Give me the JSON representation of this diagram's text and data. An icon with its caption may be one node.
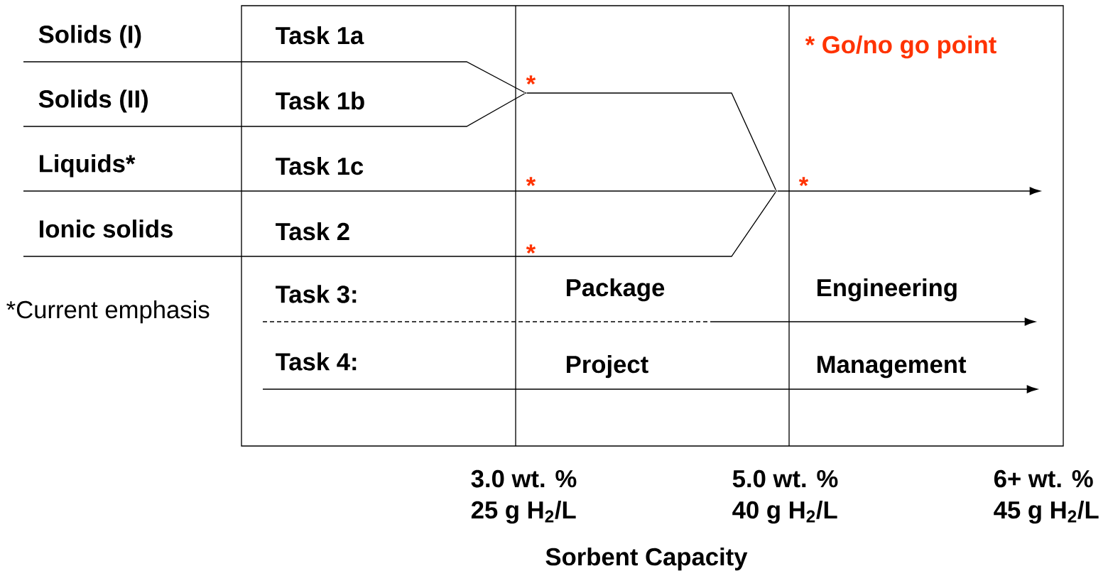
{
  "diagram": {
    "nodes": [
      {
        "text": [
          "Solids (I)"
        ]
      },
      {
        "text": [
          "Solids (II)"
        ]
      },
      {
        "text": [
          "Liquids*"
        ]
      },
      {
        "text": [
          "Ionic solids"
        ]
      },
      {
        "text": [],
        "shape": "point"
      },
      {
        "text": [],
        "shape": "point"
      },
      {
        "text": [
          "Task 3:"
        ]
      },
      {
        "text": [
          "Task 4:"
        ]
      }
    ],
    "edges": [
      {
        "from": 0,
        "to": 4,
        "arrow": "none"
      },
      {
        "from": 1,
        "to": 4,
        "arrow": "none"
      },
      {
        "from": 4,
        "to": 5,
        "arrow": "none"
      },
      {
        "from": 2,
        "to": 5,
        "arrow": "none"
      },
      {
        "from": 3,
        "to": 5,
        "arrow": "none"
      },
      {
        "from": 5,
        "to": null,
        "arrow": "to"
      },
      {
        "from": 6,
        "to": null,
        "arrow": "to",
        "style": "dashed"
      },
      {
        "from": 7,
        "to": null,
        "arrow": "to"
      }
    ],
    "labels": [
      "Task 1a",
      "Task 1b",
      "Task 1c",
      "Task 2",
      "* Go/no go point",
      "*",
      "*",
      "*",
      "*",
      "*Current emphasis",
      "Package",
      "Engineering",
      "Project",
      "Management",
      "3.0 wt. %",
      "5.0 wt. %",
      "6+ wt. %",
      "25 g H$_{2}$/L",
      "40 g H$_{2}$/L",
      "45 g H$_{2}$/L",
      "Sorbent Capacity"
    ]
  }
}
